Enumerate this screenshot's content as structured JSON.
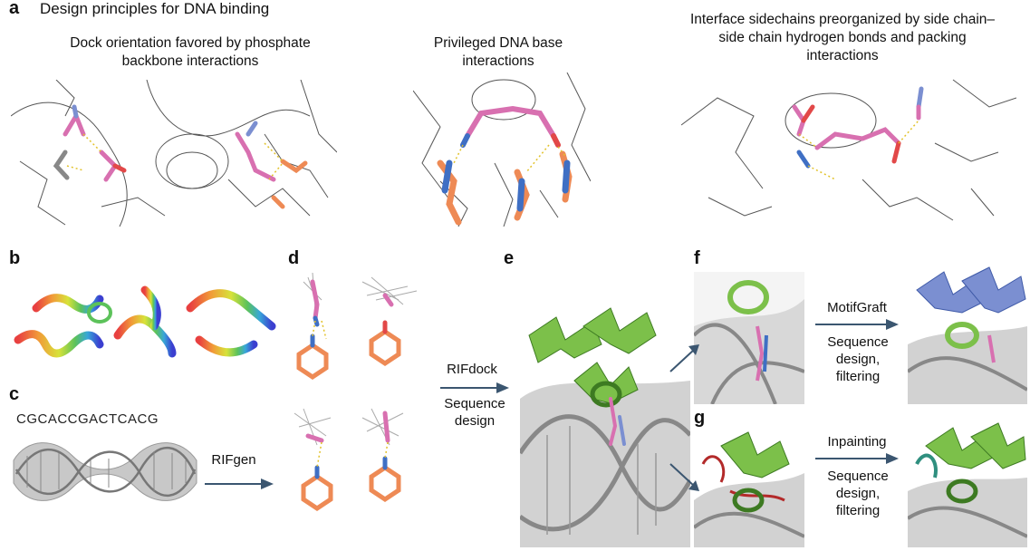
{
  "panel_a": {
    "letter": "a",
    "title": "Design principles for DNA binding",
    "captions": [
      "Dock orientation favored by phosphate backbone interactions",
      "Privileged DNA base interactions",
      "Interface sidechains preorganized by side chain–side chain hydrogen bonds and packing interactions"
    ]
  },
  "panel_b": {
    "letter": "b"
  },
  "panel_c": {
    "letter": "c",
    "sequence": "CGCACCGACTCACG",
    "arrow_label": "RIFgen"
  },
  "panel_d": {
    "letter": "d"
  },
  "panel_e": {
    "letter": "e",
    "arrow_label_top": "RIFdock",
    "arrow_label_bottom": "Sequence design"
  },
  "panel_f": {
    "letter": "f",
    "arrow_label_top": "MotifGraft",
    "arrow_label_bottom": "Sequence design, filtering"
  },
  "panel_g": {
    "letter": "g",
    "arrow_label_top": "Inpainting",
    "arrow_label_bottom": "Sequence design, filtering"
  },
  "colors": {
    "helix_green": "#7cc04a",
    "pink": "#d870b0",
    "orange": "#ee8a55",
    "blue": "#3f6fc4",
    "periwinkle": "#7b8fd1",
    "grey": "#c8c8c8",
    "arrow": "#3b5670"
  }
}
